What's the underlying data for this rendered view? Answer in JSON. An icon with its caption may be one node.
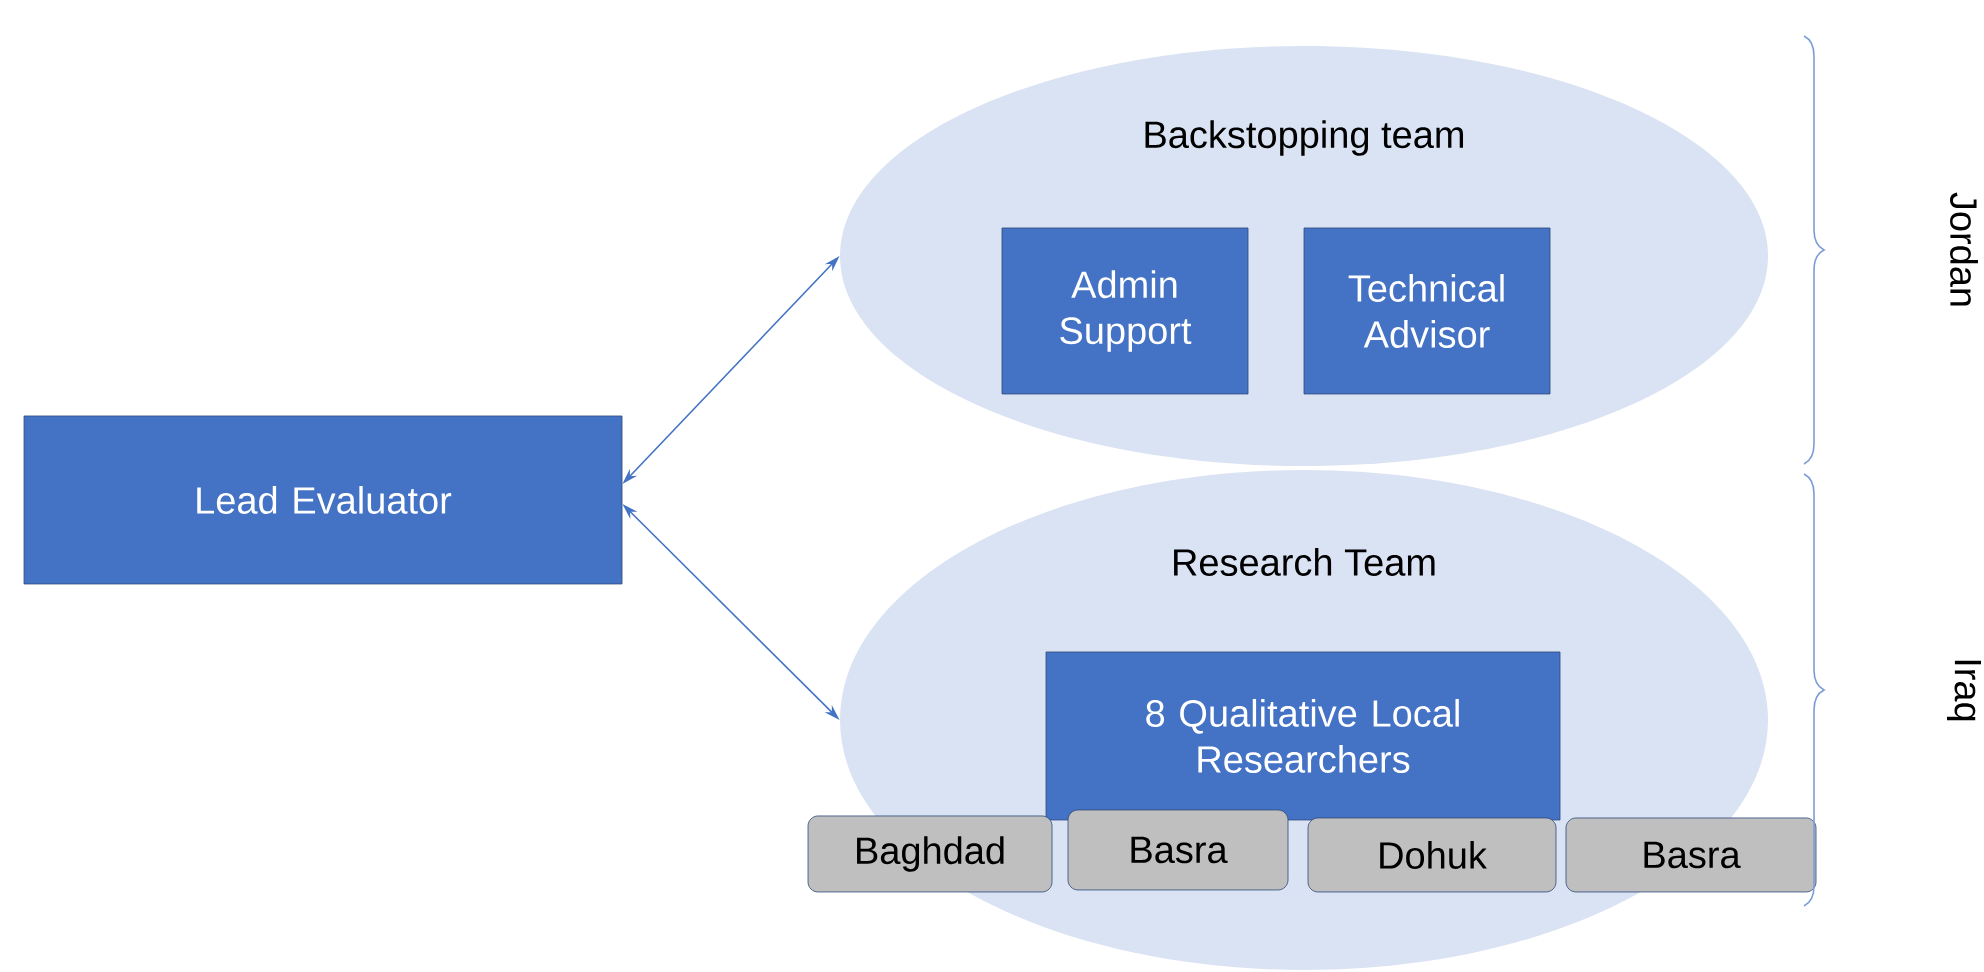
{
  "diagram": {
    "nodes": [
      {
        "text": [
          "Lead Evaluator"
        ]
      },
      {
        "text": [
          "Backstopping team"
        ]
      },
      {
        "text": [
          "Admin Support"
        ],
        "in": 1
      },
      {
        "text": [
          "Technical Advisor"
        ],
        "in": 1
      },
      {
        "text": [
          "Research Team"
        ]
      },
      {
        "text": [
          "8 Qualitative Local Researchers"
        ],
        "in": 4
      },
      {
        "text": [
          "Baghdad"
        ]
      },
      {
        "text": [
          "Basra"
        ],
        "in": 4
      },
      {
        "text": [
          "Dohuk"
        ],
        "in": 4
      },
      {
        "text": [
          "Basra"
        ]
      }
    ],
    "edges": [
      {
        "from": 0,
        "to": 1,
        "arrow": "both"
      },
      {
        "from": 0,
        "to": 4,
        "arrow": "both"
      }
    ],
    "labels": [
      "Jordan",
      "Iraq"
    ]
  }
}
